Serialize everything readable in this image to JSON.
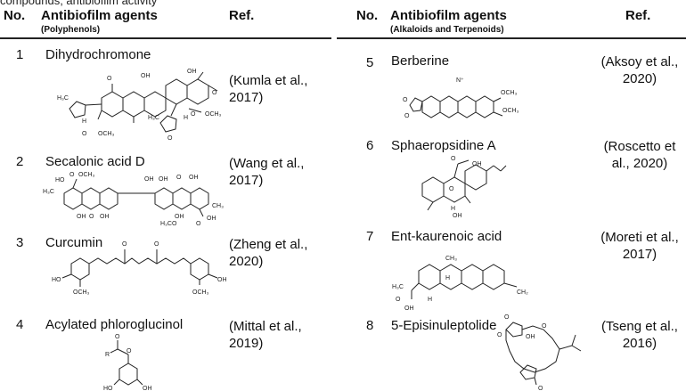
{
  "caption": "compounds; antibiofilm activity",
  "left_table": {
    "header": {
      "no": "No.",
      "agents": "Antibiofilm agents",
      "agents_sub": "(Polyphenols)",
      "ref": "Ref."
    },
    "rows": [
      {
        "no": "1",
        "name": "Dihydrochromone",
        "ref_line1": "(Kumla et al.,",
        "ref_line2": "2017)"
      },
      {
        "no": "2",
        "name": "Secalonic acid D",
        "ref_line1": "(Wang et al.,",
        "ref_line2": "2017)"
      },
      {
        "no": "3",
        "name": "Curcumin",
        "ref_line1": "(Zheng et al.,",
        "ref_line2": "2020)"
      },
      {
        "no": "4",
        "name": "Acylated phloroglucinol",
        "ref_line1": "(Mittal et al.,",
        "ref_line2": "2019)"
      }
    ]
  },
  "right_table": {
    "header": {
      "no": "No.",
      "agents": "Antibiofilm agents",
      "agents_sub": "(Alkaloids and Terpenoids)",
      "ref": "Ref."
    },
    "rows": [
      {
        "no": "5",
        "name": "Berberine",
        "ref_line1": "(Aksoy et al.,",
        "ref_line2": "2020)"
      },
      {
        "no": "6",
        "name": "Sphaeropsidine A",
        "ref_line1": "(Roscetto et",
        "ref_line2": "al., 2020)"
      },
      {
        "no": "7",
        "name": "Ent-kaurenoic acid",
        "ref_line1": "(Moreti et al.,",
        "ref_line2": "2017)"
      },
      {
        "no": "8",
        "name": "5-Episinuleptolide",
        "ref_line1": "(Tseng et al.,",
        "ref_line2": "2016)"
      }
    ]
  },
  "structure_labels": {
    "m1": [
      "H3C",
      "OH",
      "O",
      "O",
      "H",
      "O",
      "OCH3",
      "OH",
      "O",
      "O",
      "OCH3",
      "H3C",
      "O",
      "H",
      "O"
    ],
    "m2": [
      "H3C",
      "HO",
      "O",
      "OCH3",
      "OH",
      "O",
      "OH",
      "OH",
      "O",
      "OH",
      "OH",
      "H3CO",
      "O",
      "OH",
      "CH3"
    ],
    "m3": [
      "O",
      "O",
      "HO",
      "OCH3",
      "OH",
      "OCH3"
    ],
    "m4": [
      "O",
      "R",
      "O",
      "HO",
      "OH"
    ],
    "m5": [
      "N+",
      "OCH3",
      "OCH3",
      "O",
      "O"
    ],
    "m6": [
      "OH",
      "O",
      "O",
      "H",
      "OH"
    ],
    "m7": [
      "CH3",
      "H",
      "H",
      "H3C",
      "O",
      "OH",
      "CH2"
    ],
    "m8": [
      "O",
      "O",
      "OH",
      "O",
      "O"
    ]
  }
}
